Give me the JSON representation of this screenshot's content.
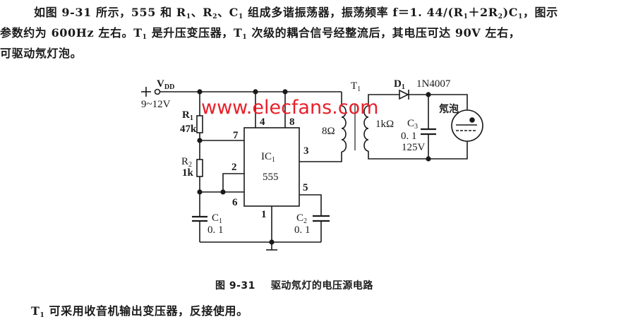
{
  "paragraph1": {
    "line1": {
      "a": "如图 9-31 所示，555 和 R",
      "r1_sub": "1",
      "b": "、R",
      "r2_sub": "2",
      "c": "、C",
      "c1_sub": "1",
      "d": " 组成多谐振荡器，振荡频率 f＝1. 44/(R",
      "f_r1_sub": "1",
      "e": "＋2R",
      "f_r2_sub": "2",
      "f": ")C",
      "f_c1_sub": "1",
      "g": "，图示"
    },
    "line2": {
      "a": "参数约为 600Hz 左右。T",
      "t1_sub": "1",
      "b": " 是升压变压器，T",
      "t1b_sub": "1",
      "c": " 次级的耦合信号经整流后，其电压可达 90V 左右，"
    },
    "line3": "可驱动氖灯泡。"
  },
  "circuit": {
    "watermark": "www.elecfans.com",
    "supply": {
      "plus": "+",
      "vdd": "V",
      "vdd_sub": "DD",
      "range": "9~12V"
    },
    "r1": {
      "name": "R",
      "sub": "1",
      "value": "47k"
    },
    "r2": {
      "name": "R",
      "sub": "2",
      "value": "1k"
    },
    "c1": {
      "name": "C",
      "sub": "1",
      "value": "0. 1"
    },
    "c2": {
      "name": "C",
      "sub": "2",
      "value": "0. 1"
    },
    "ic": {
      "name": "IC",
      "sub": "1",
      "part": "555"
    },
    "pins": {
      "p4": "4",
      "p8": "8",
      "p7": "7",
      "p3": "3",
      "p2": "2",
      "p6": "6",
      "p5": "5",
      "p1": "1"
    },
    "transformer": {
      "name": "T",
      "sub": "1",
      "primary": "8Ω",
      "secondary": "1kΩ"
    },
    "diode": {
      "name": "D",
      "sub": "1",
      "part": "1N4007"
    },
    "c3": {
      "name": "C",
      "sub": "3",
      "value": "0. 1",
      "voltage": "125V"
    },
    "lamp": {
      "label": "氖泡"
    }
  },
  "caption": {
    "number": "图 9-31",
    "title": "驱动氖灯的电压源电路"
  },
  "paragraph2": {
    "t": "T",
    "t_sub": "1",
    "text": " 可采用收音机输出变压器，反接使用。"
  }
}
